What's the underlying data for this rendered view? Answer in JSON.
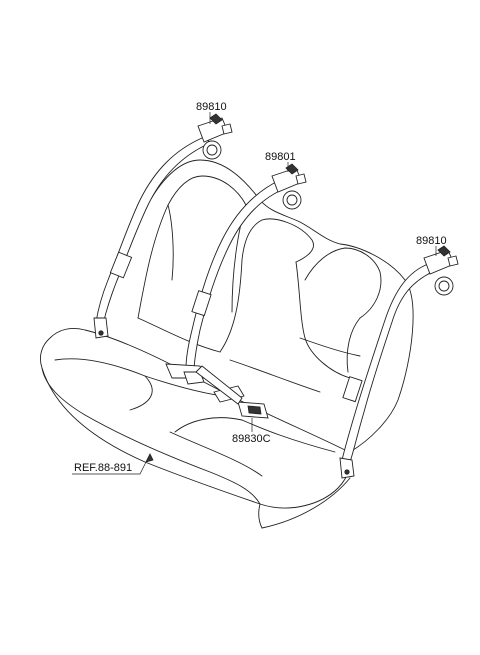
{
  "diagram": {
    "labels": {
      "retractor_left": "89810",
      "retractor_center": "89801",
      "retractor_right": "89810",
      "buckle": "89830C",
      "reference": "REF.88-891"
    }
  }
}
